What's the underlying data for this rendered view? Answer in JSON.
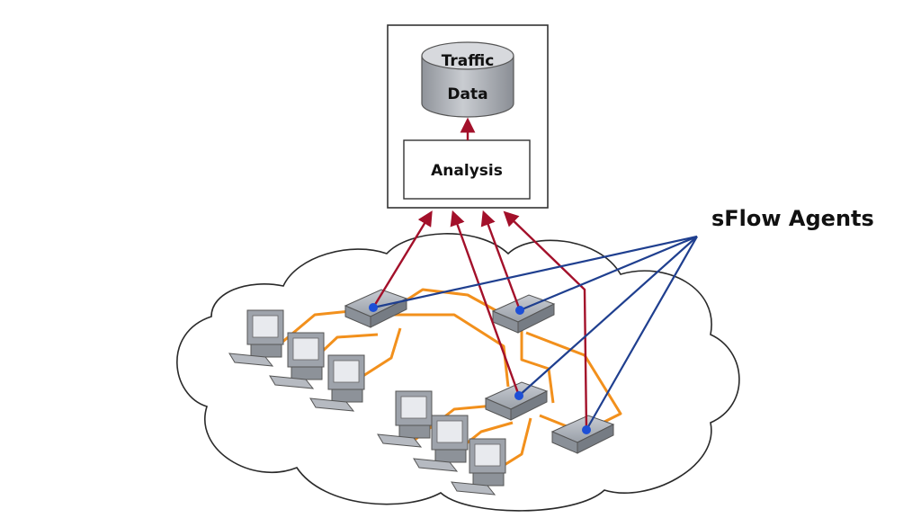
{
  "labels": {
    "database_line1": "Traffic",
    "database_line2": "Data",
    "analysis": "Analysis",
    "agents": "sFlow Agents"
  },
  "colors": {
    "background": "#ffffff",
    "box_stroke": "#333333",
    "flow_arrow": "#a3102a",
    "agent_line": "#1f3f8f",
    "agent_dot": "#1d4fd6",
    "network_link": "#f2901c",
    "cloud_stroke": "#2a2a2a",
    "database_fill": "#b9bcc2",
    "device_fill": "#a7abb3"
  },
  "icons": {
    "database": "database-cylinder-icon",
    "switch": "network-switch-icon",
    "computer": "desktop-computer-icon",
    "cloud": "network-cloud-icon"
  }
}
